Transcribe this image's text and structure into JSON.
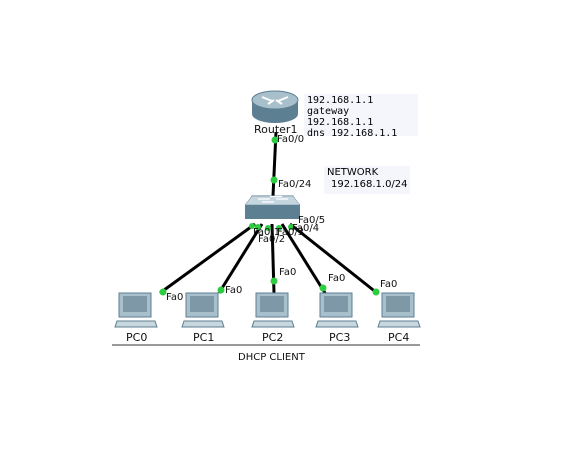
{
  "router": {
    "name": "Router1",
    "ip": "192.168.1.1",
    "gateway": "gateway 192.168.1.1",
    "dns": "dns 192.168.1.1"
  },
  "network": {
    "title": "NETWORK",
    "subnet": "192.168.1.0/24"
  },
  "ports": {
    "router_port": "Fa0/0",
    "switch_uplink": "Fa0/24",
    "switch_p1": "Fa0/1",
    "switch_p2": "Fa0/2",
    "switch_p3": "Fa0/3",
    "switch_p4": "Fa0/4",
    "switch_p5": "Fa0/5"
  },
  "pcs": [
    {
      "name": "PC0",
      "port": "Fa0"
    },
    {
      "name": "PC1",
      "port": "Fa0"
    },
    {
      "name": "PC2",
      "port": "Fa0"
    },
    {
      "name": "PC3",
      "port": "Fa0"
    },
    {
      "name": "PC4",
      "port": "Fa0"
    }
  ],
  "group_label": "DHCP CLIENT",
  "colors": {
    "link": "#000000",
    "port_light": "#2ecc40"
  }
}
